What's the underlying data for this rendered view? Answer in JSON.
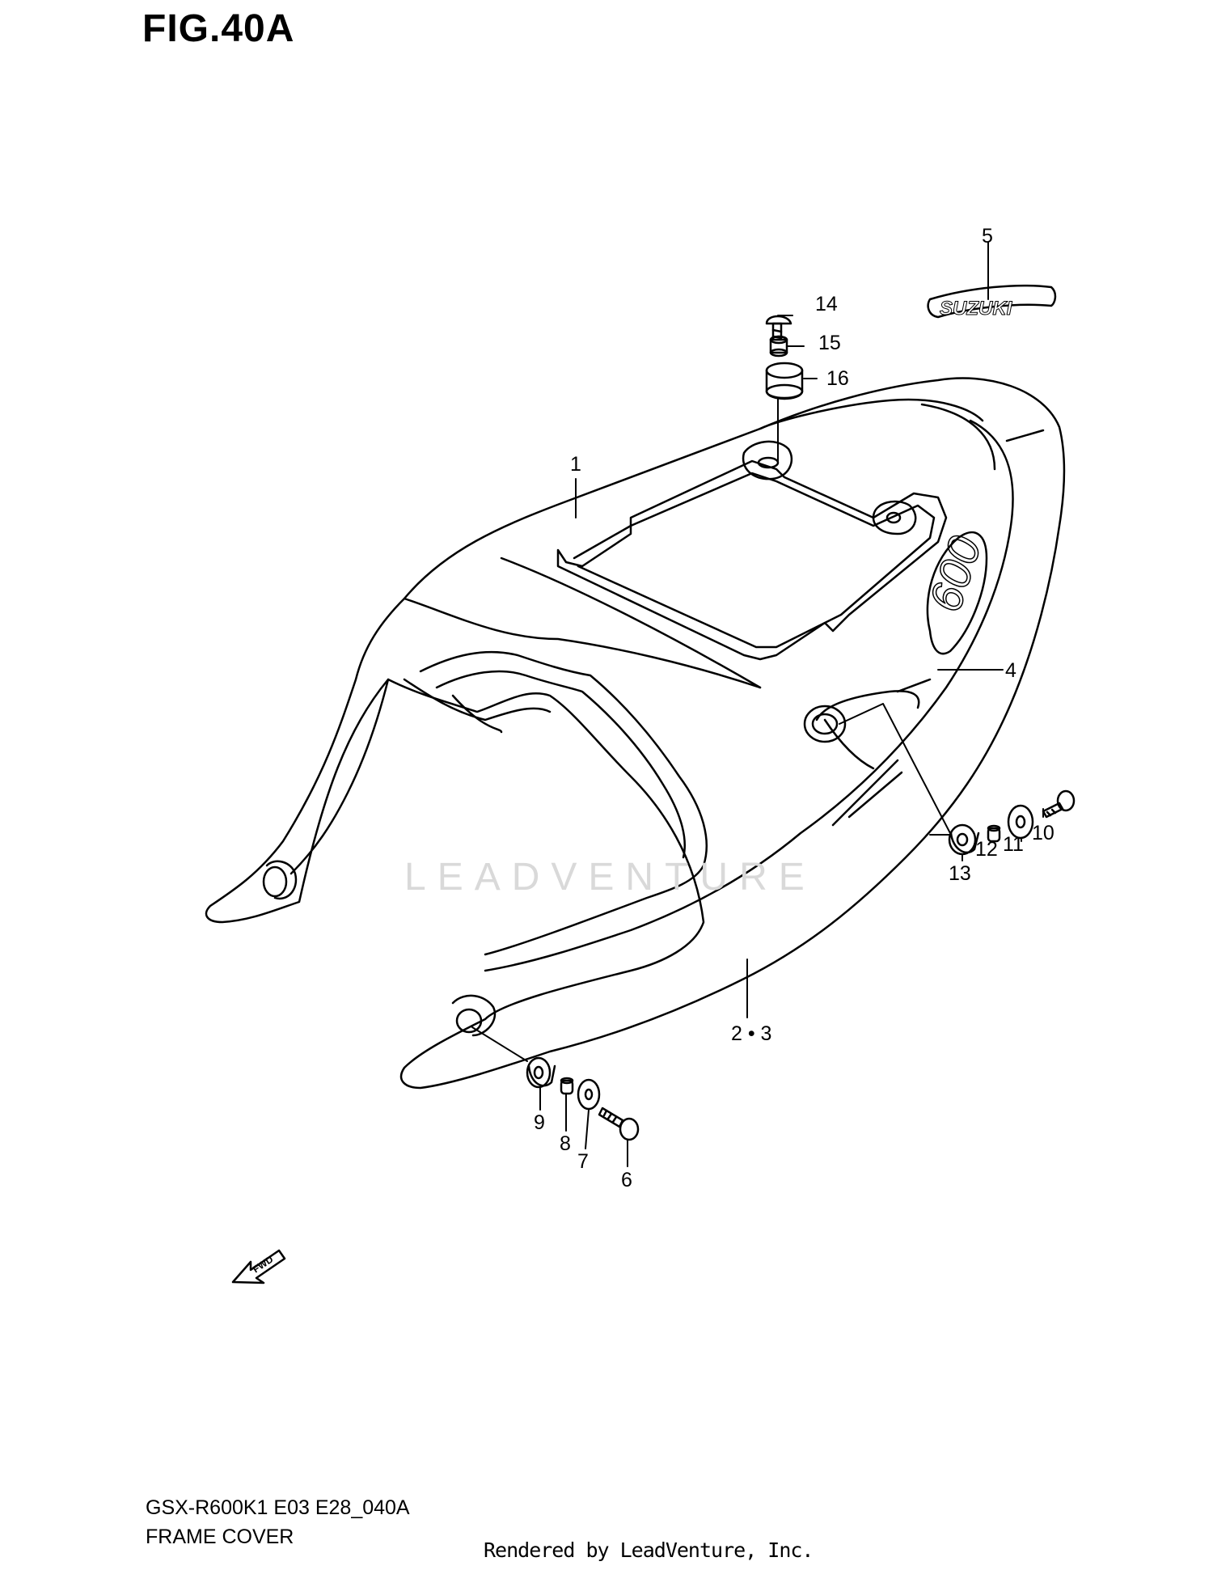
{
  "figure": {
    "title": "FIG.40A",
    "model_code": "GSX-R600K1 E03 E28_040A",
    "section_name": "FRAME COVER",
    "rendered_by": "Rendered by LeadVenture, Inc.",
    "watermark": "LEADVENTURE",
    "decal_text": "SUZUKI",
    "tail_badge_text": "600",
    "forward_arrow_text": "FWD"
  },
  "callouts": [
    {
      "id": "1",
      "label": "1"
    },
    {
      "id": "2-3",
      "label": "2 • 3"
    },
    {
      "id": "4",
      "label": "4"
    },
    {
      "id": "5",
      "label": "5"
    },
    {
      "id": "6",
      "label": "6"
    },
    {
      "id": "7",
      "label": "7"
    },
    {
      "id": "8",
      "label": "8"
    },
    {
      "id": "9",
      "label": "9"
    },
    {
      "id": "10",
      "label": "10"
    },
    {
      "id": "11",
      "label": "11"
    },
    {
      "id": "12",
      "label": "12"
    },
    {
      "id": "13",
      "label": "13"
    },
    {
      "id": "14",
      "label": "14"
    },
    {
      "id": "15",
      "label": "15"
    },
    {
      "id": "16",
      "label": "16"
    }
  ],
  "colors": {
    "line": "#000000",
    "background": "#ffffff",
    "watermark": "#d9d9d9"
  }
}
